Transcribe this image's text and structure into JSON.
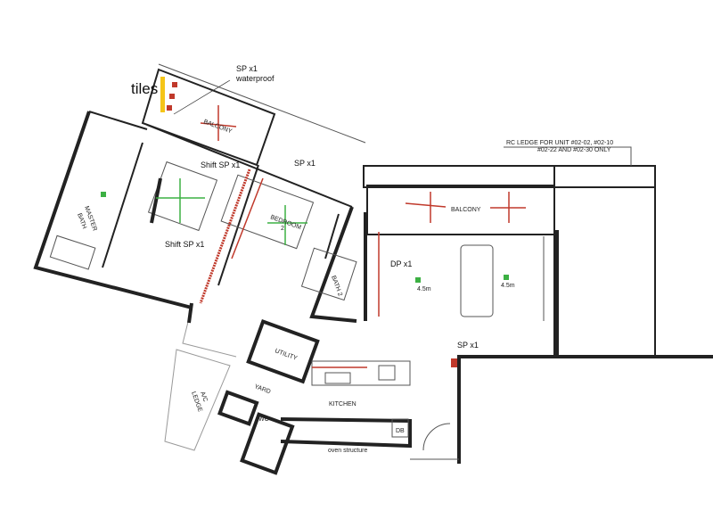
{
  "colors": {
    "wall": "#222222",
    "marker_red": "#c0392b",
    "marker_green": "#3cb043",
    "tile_yellow": "#f5c518"
  },
  "annotations": {
    "tiles": "tiles",
    "sp_waterproof_1": "SP x1",
    "sp_waterproof_2": "waterproof",
    "shift_sp_top": "Shift SP x1",
    "shift_sp_bottom": "Shift SP x1",
    "sp_bedroom": "SP x1",
    "dp": "DP x1",
    "height_1": "4.5m",
    "height_2": "4.5m",
    "sp_entrance": "SP x1",
    "oven": "oven structure",
    "rc_ledge_1": "RC LEDGE FOR UNIT #02-02, #02-10",
    "rc_ledge_2": "#02-22 AND #02-30 ONLY"
  },
  "rooms": {
    "balcony_left": "BALCONY",
    "master_bath_1": "MASTER",
    "master_bath_2": "BATH",
    "bedroom2_1": "BEDROOM",
    "bedroom2_2": "2",
    "bath2": "BATH 2",
    "balcony_main": "BALCONY",
    "utility": "UTILITY",
    "yard": "YARD",
    "ac_ledge_1": "A/C",
    "ac_ledge_2": "LEDGE",
    "wc": "WC",
    "kitchen": "KITCHEN",
    "db": "DB"
  }
}
